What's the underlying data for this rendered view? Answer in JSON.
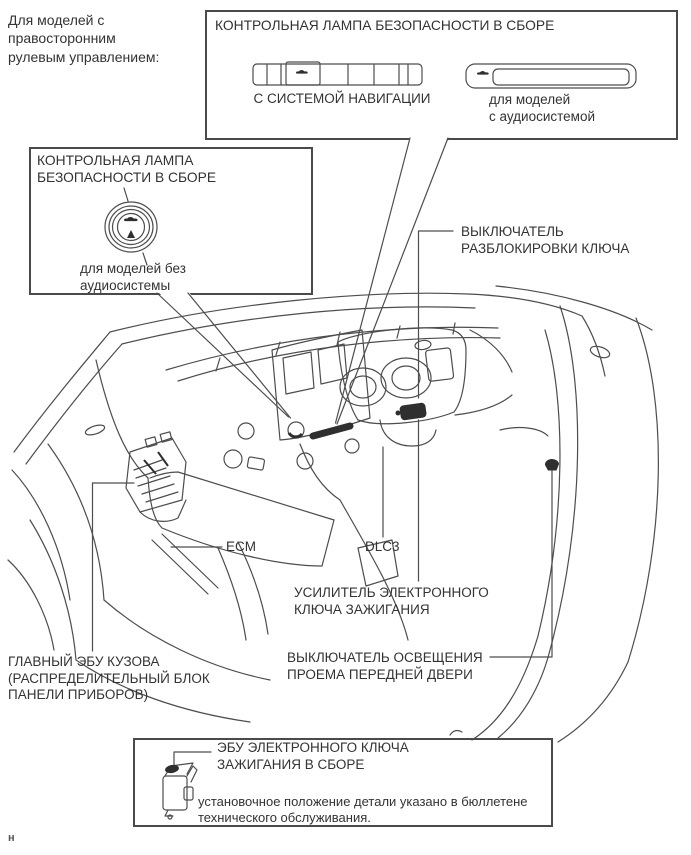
{
  "page": {
    "intro_lines": [
      "Для моделей с",
      "правосторонним",
      "рулевым управлением:"
    ],
    "page_marker": "н"
  },
  "top_box": {
    "title": "КОНТРОЛЬНАЯ ЛАМПА БЕЗОПАСНОСТИ В СБОРЕ",
    "nav_variant_caption": "С СИСТЕМОЙ НАВИГАЦИИ",
    "audio_variant_caption_lines": [
      "для моделей",
      "с аудиосистемой"
    ]
  },
  "left_box": {
    "title_lines": [
      "КОНТРОЛЬНАЯ ЛАМПА",
      "БЕЗОПАСНОСТИ В СБОРЕ"
    ],
    "caption_lines": [
      "для моделей без",
      "аудиосистемы"
    ]
  },
  "callouts": {
    "key_unlock_switch_lines": [
      "ВЫКЛЮЧАТЕЛЬ",
      "РАЗБЛОКИРОВКИ КЛЮЧА"
    ],
    "ecm": "ECM",
    "dlc3": "DLC3",
    "ignition_key_amplifier_lines": [
      "УСИЛИТЕЛЬ ЭЛЕКТРОННОГО",
      "КЛЮЧА ЗАЖИГАНИЯ"
    ],
    "main_body_ecu_lines": [
      "ГЛАВНЫЙ ЭБУ КУЗОВА",
      "(РАСПРЕДЕЛИТЕЛЬНЫЙ БЛОК",
      "ПАНЕЛИ ПРИБОРОВ)"
    ],
    "front_door_light_switch_lines": [
      "ВЫКЛЮЧАТЕЛЬ ОСВЕЩЕНИЯ",
      "ПРОЕМА ПЕРЕДНЕЙ ДВЕРИ"
    ]
  },
  "bottom_box": {
    "label_lines": [
      "ЭБУ ЭЛЕКТРОННОГО КЛЮЧА",
      "ЗАЖИГАНИЯ В СБОРЕ"
    ],
    "note_lines": [
      "установочное положение детали указано в бюллетене",
      "технического обслуживания."
    ]
  },
  "icons": {
    "car_icon": "car-silhouette",
    "security_lamp_icon": "car-with-lock-indicator"
  },
  "colors": {
    "line": "#4d4d4d",
    "text": "#333333",
    "dark_fill": "#2f2f2f",
    "background": "#ffffff"
  }
}
